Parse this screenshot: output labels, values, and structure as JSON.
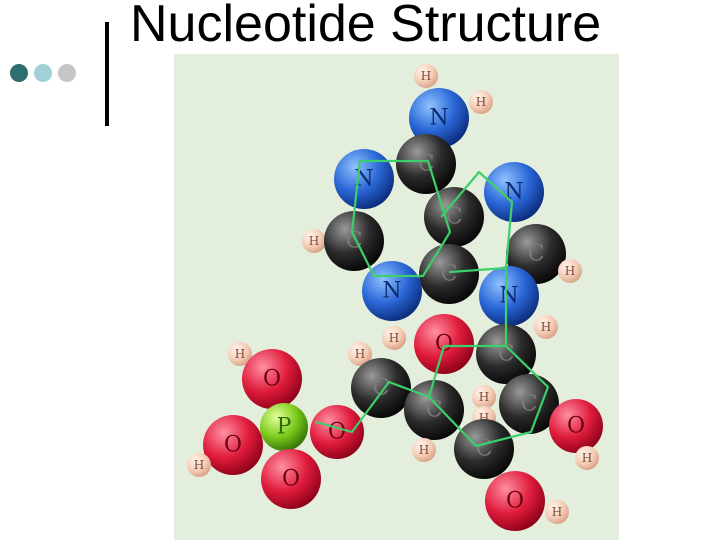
{
  "slide": {
    "title": "Nucleotide Structure",
    "decor_dot_colors": [
      "#2f6e6e",
      "#9fd1d6",
      "#c6c6c6"
    ]
  },
  "colors": {
    "panel_bg": "#e3eedc",
    "bond": "#3ccf6a",
    "nitrogen": "#2a66d6",
    "carbon": "#2b2b2b",
    "oxygen": "#e01c3c",
    "phosphorus": "#7ccb1c",
    "hydrogen": "#f4cbb4"
  },
  "molecule": {
    "atoms": [
      {
        "id": "h_amine_top",
        "el": "H",
        "label": "H"
      },
      {
        "id": "h_amine_right",
        "el": "H",
        "label": "H"
      },
      {
        "id": "n_amine",
        "el": "N",
        "label": "N"
      },
      {
        "id": "n_ring_left",
        "el": "N",
        "label": "N"
      },
      {
        "id": "c_ring_top",
        "el": "C",
        "label": "C"
      },
      {
        "id": "n_ring_right",
        "el": "N",
        "label": "N"
      },
      {
        "id": "c_ring_center",
        "el": "C",
        "label": "C"
      },
      {
        "id": "h_left",
        "el": "H",
        "label": "H"
      },
      {
        "id": "c_ring_left",
        "el": "C",
        "label": "C"
      },
      {
        "id": "c_ring_right",
        "el": "C",
        "label": "C"
      },
      {
        "id": "h_right",
        "el": "H",
        "label": "H"
      },
      {
        "id": "c_ring_junction",
        "el": "C",
        "label": "C"
      },
      {
        "id": "n_ring_bottom_left",
        "el": "N",
        "label": "N"
      },
      {
        "id": "n_glyco",
        "el": "N",
        "label": "N"
      },
      {
        "id": "h_sugar_a",
        "el": "H",
        "label": "H"
      },
      {
        "id": "o_ring",
        "el": "O",
        "label": "O"
      },
      {
        "id": "c1_sugar",
        "el": "C",
        "label": "C"
      },
      {
        "id": "h_sugar_c1",
        "el": "H",
        "label": "H"
      },
      {
        "id": "h_phos_top",
        "el": "H",
        "label": "H"
      },
      {
        "id": "h_sugar_b",
        "el": "H",
        "label": "H"
      },
      {
        "id": "o_phos_top",
        "el": "O",
        "label": "O"
      },
      {
        "id": "c5_sugar",
        "el": "C",
        "label": "C"
      },
      {
        "id": "h_sugar_c",
        "el": "H",
        "label": "H"
      },
      {
        "id": "c4_sugar",
        "el": "C",
        "label": "C"
      },
      {
        "id": "h_sugar_d",
        "el": "H",
        "label": "H"
      },
      {
        "id": "c2_sugar",
        "el": "C",
        "label": "C"
      },
      {
        "id": "o_c2",
        "el": "O",
        "label": "O"
      },
      {
        "id": "p",
        "el": "P",
        "label": "P"
      },
      {
        "id": "o_bridge",
        "el": "O",
        "label": "O"
      },
      {
        "id": "o_phos_left",
        "el": "O",
        "label": "O"
      },
      {
        "id": "o_phos_bottom",
        "el": "O",
        "label": "O"
      },
      {
        "id": "h_phos_left",
        "el": "H",
        "label": "H"
      },
      {
        "id": "c3_sugar",
        "el": "C",
        "label": "C"
      },
      {
        "id": "h_sugar_e",
        "el": "H",
        "label": "H"
      },
      {
        "id": "h_o_c2",
        "el": "H",
        "label": "H"
      },
      {
        "id": "o_c3",
        "el": "O",
        "label": "O"
      },
      {
        "id": "h_o_c3",
        "el": "H",
        "label": "H"
      }
    ]
  }
}
